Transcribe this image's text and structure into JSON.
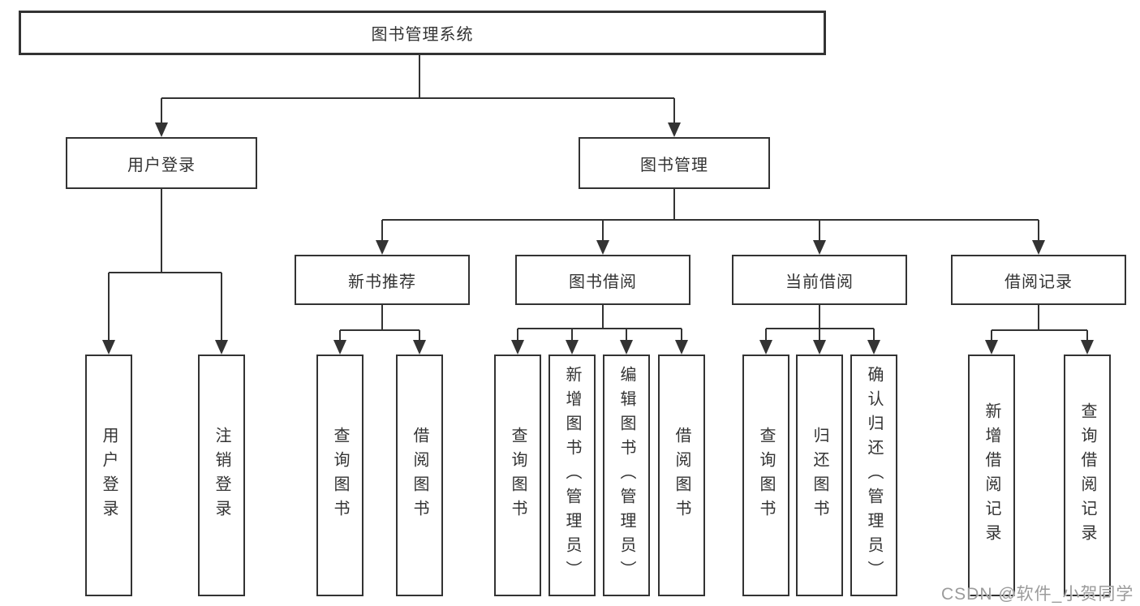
{
  "colors": {
    "line": "#333333",
    "box_border": "#333333",
    "text": "#333333",
    "background": "#ffffff",
    "watermark_text": "#9b9b9b"
  },
  "diagram": {
    "type": "hierarchy-tree",
    "root": {
      "label": "图书管理系统"
    },
    "branches": {
      "user_login": {
        "label": "用户登录",
        "children": [
          {
            "label": "用户登录"
          },
          {
            "label": "注销登录"
          }
        ]
      },
      "book_mgmt": {
        "label": "图书管理",
        "children": [
          {
            "label": "新书推荐",
            "children": [
              {
                "label": "查询图书"
              },
              {
                "label": "借阅图书"
              }
            ]
          },
          {
            "label": "图书借阅",
            "children": [
              {
                "label": "查询图书"
              },
              {
                "label": "新增图书（管理员）"
              },
              {
                "label": "编辑图书（管理员）"
              },
              {
                "label": "借阅图书"
              }
            ]
          },
          {
            "label": "当前借阅",
            "children": [
              {
                "label": "查询图书"
              },
              {
                "label": "归还图书"
              },
              {
                "label": "确认归还（管理员）"
              }
            ]
          },
          {
            "label": "借阅记录",
            "children": [
              {
                "label": "新增借阅记录"
              },
              {
                "label": "查询借阅记录"
              }
            ]
          }
        ]
      }
    }
  },
  "watermark": {
    "text": "CSDN @软件_小贺同学"
  }
}
